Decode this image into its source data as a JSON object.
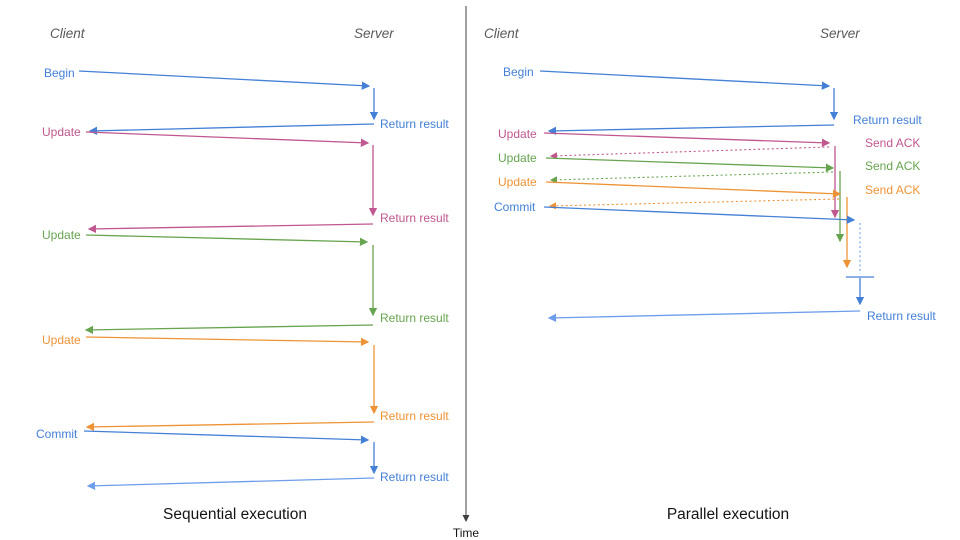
{
  "colors": {
    "blue": "#4380d6",
    "blue_light": "#6d9eeb",
    "pink": "#c0578f",
    "green": "#67a44f",
    "orange": "#ee9335",
    "header_gray": "#58595b",
    "ink": "#141414",
    "axis": "#3f3f3f"
  },
  "left": {
    "client_header": "Client",
    "server_header": "Server",
    "caption": "Sequential execution",
    "steps": [
      {
        "label": "Begin",
        "result": "Return result"
      },
      {
        "label": "Update",
        "result": "Return result"
      },
      {
        "label": "Update",
        "result": "Return result"
      },
      {
        "label": "Update",
        "result": "Return result"
      },
      {
        "label": "Commit",
        "result": "Return result"
      }
    ]
  },
  "right": {
    "client_header": "Client",
    "server_header": "Server",
    "caption": "Parallel execution",
    "steps": [
      {
        "label": "Begin",
        "result": "Return result"
      },
      {
        "label": "Update",
        "result": "Send ACK"
      },
      {
        "label": "Update",
        "result": "Send ACK"
      },
      {
        "label": "Update",
        "result": "Send ACK"
      },
      {
        "label": "Commit",
        "result": "Return result"
      }
    ]
  },
  "time_axis": {
    "label": "Time"
  }
}
